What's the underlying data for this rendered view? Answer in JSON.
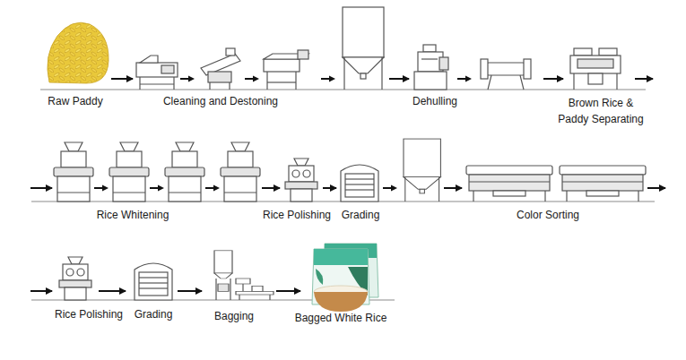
{
  "diagram": {
    "nodes": [
      {
        "text": [
          "Raw Paddy"
        ]
      },
      {
        "text": [
          "Cleaning and Destoning"
        ]
      },
      {
        "text": [
          "Dehulling"
        ]
      },
      {
        "text": [
          "Brown Rice & Paddy Separating"
        ]
      },
      {
        "text": [
          "Rice Whitening"
        ]
      },
      {
        "text": [
          "Rice Polishing"
        ]
      },
      {
        "text": [
          "Grading"
        ]
      },
      {
        "text": [
          "Color Sorting"
        ]
      },
      {
        "text": [
          "Rice Polishing"
        ]
      },
      {
        "text": [
          "Grading"
        ]
      },
      {
        "text": [
          "Bagging"
        ]
      },
      {
        "text": [
          "Bagged White Rice"
        ]
      }
    ],
    "edges": [
      {
        "from": 0,
        "to": 1,
        "arrow": "to"
      },
      {
        "from": 1,
        "to": 2,
        "arrow": "to"
      },
      {
        "from": 2,
        "to": 3,
        "arrow": "to"
      },
      {
        "from": 3,
        "to": 4,
        "arrow": "to"
      },
      {
        "from": 4,
        "to": 5,
        "arrow": "to"
      },
      {
        "from": 5,
        "to": 6,
        "arrow": "to"
      },
      {
        "from": 6,
        "to": 7,
        "arrow": "to"
      },
      {
        "from": 7,
        "to": 8,
        "arrow": "to"
      },
      {
        "from": 8,
        "to": 9,
        "arrow": "to"
      },
      {
        "from": 9,
        "to": 10,
        "arrow": "to"
      },
      {
        "from": 10,
        "to": 11,
        "arrow": "to"
      }
    ]
  }
}
